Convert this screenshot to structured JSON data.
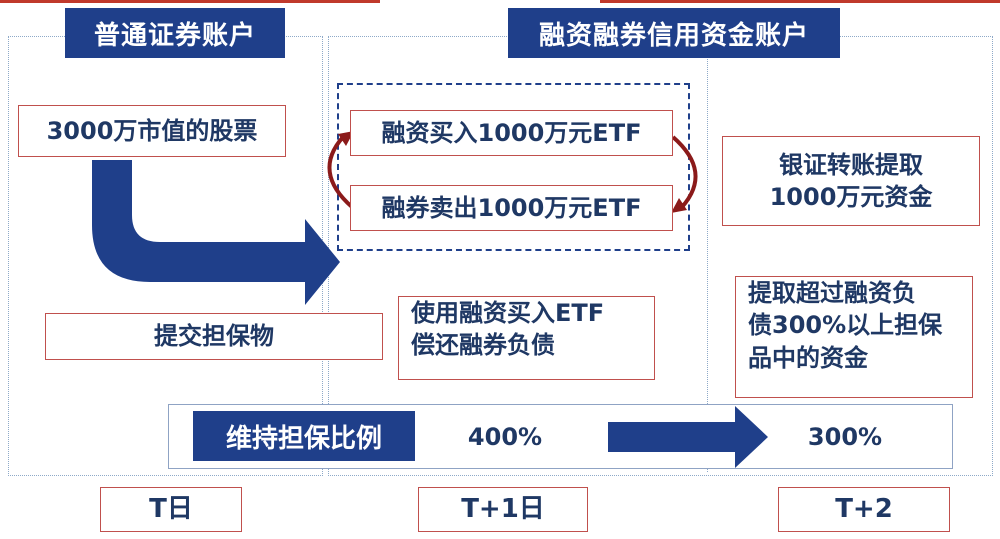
{
  "headers": {
    "ordinary_account": "普通证券账户",
    "credit_account": "融资融券信用资金账户"
  },
  "boxes": {
    "stock_value": "3000万市值的股票",
    "margin_buy": "融资买入1000万元ETF",
    "short_sell": "融券卖出1000万元ETF",
    "bank_transfer_line1": "银证转账提取",
    "bank_transfer_line2": "1000万元资金",
    "submit_collateral": "提交担保物",
    "repay_line1": "使用融资买入ETF",
    "repay_line2": "偿还融券负债",
    "withdraw_line1": "提取超过融资负",
    "withdraw_line2": "债300%以上担保",
    "withdraw_line3": "品中的资金"
  },
  "ratio": {
    "label": "维持担保比例",
    "value_before": "400%",
    "value_after": "300%"
  },
  "days": {
    "t": "T日",
    "t1": "T+1日",
    "t2": "T+2"
  },
  "colors": {
    "navy": "#1f3f8a",
    "text": "#1f3864",
    "red_border": "#c0504d",
    "dark_red_arrow": "#8b1a1a"
  }
}
